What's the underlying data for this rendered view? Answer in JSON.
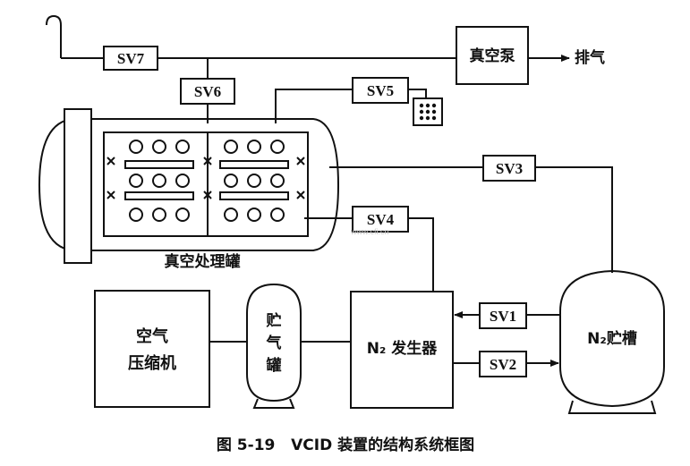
{
  "caption": "图 5-19   VCID 装置的结构系统框图",
  "valves": {
    "sv1": "SV1",
    "sv2": "SV2",
    "sv3": "SV3",
    "sv4": "SV4",
    "sv5": "SV5",
    "sv6": "SV6",
    "sv7": "SV7"
  },
  "components": {
    "vacuum_pump": "真空泵",
    "exhaust": "排气",
    "treatment_tank": "真空处理罐",
    "compressor_line1": "空气",
    "compressor_line2": "压缩机",
    "gas_storage": [
      "贮",
      "气",
      "罐"
    ],
    "n2_generator": "N₂ 发生器",
    "n2_storage": "N₂贮槽"
  },
  "watermark": "www.cfi.cn"
}
